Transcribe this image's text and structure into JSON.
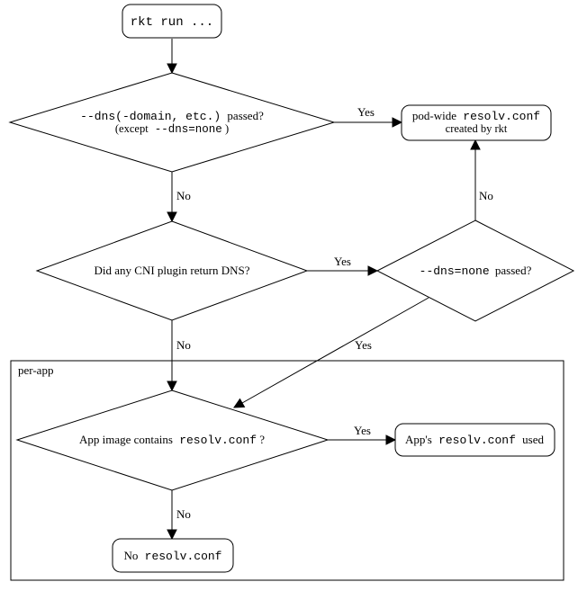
{
  "diagram": {
    "cluster": {
      "label": "per-app"
    },
    "nodes": {
      "start": {
        "code": "rkt run ..."
      },
      "dns_passed": {
        "line1_code": "--dns(-domain, etc.)",
        "line1_text": "passed?",
        "line2_prefix": "(except",
        "line2_code": "--dns=none",
        "line2_suffix": ")"
      },
      "pod_resolv": {
        "line1_text": "pod-wide",
        "line1_code": "resolv.conf",
        "line2_text": "created by rkt"
      },
      "cni_dns": {
        "text": "Did any CNI plugin return DNS?"
      },
      "dns_none": {
        "code": "--dns=none",
        "text": "passed?"
      },
      "app_contains": {
        "text": "App image contains",
        "code": "resolv.conf",
        "suffix": "?"
      },
      "app_used": {
        "prefix": "App's",
        "code": "resolv.conf",
        "suffix": "used"
      },
      "no_resolv": {
        "prefix": "No",
        "code": "resolv.conf"
      }
    },
    "edges": {
      "dns_yes": "Yes",
      "dns_no": "No",
      "cni_yes": "Yes",
      "cni_no": "No",
      "none_no": "No",
      "none_yes": "Yes",
      "app_yes": "Yes",
      "app_no": "No"
    }
  }
}
